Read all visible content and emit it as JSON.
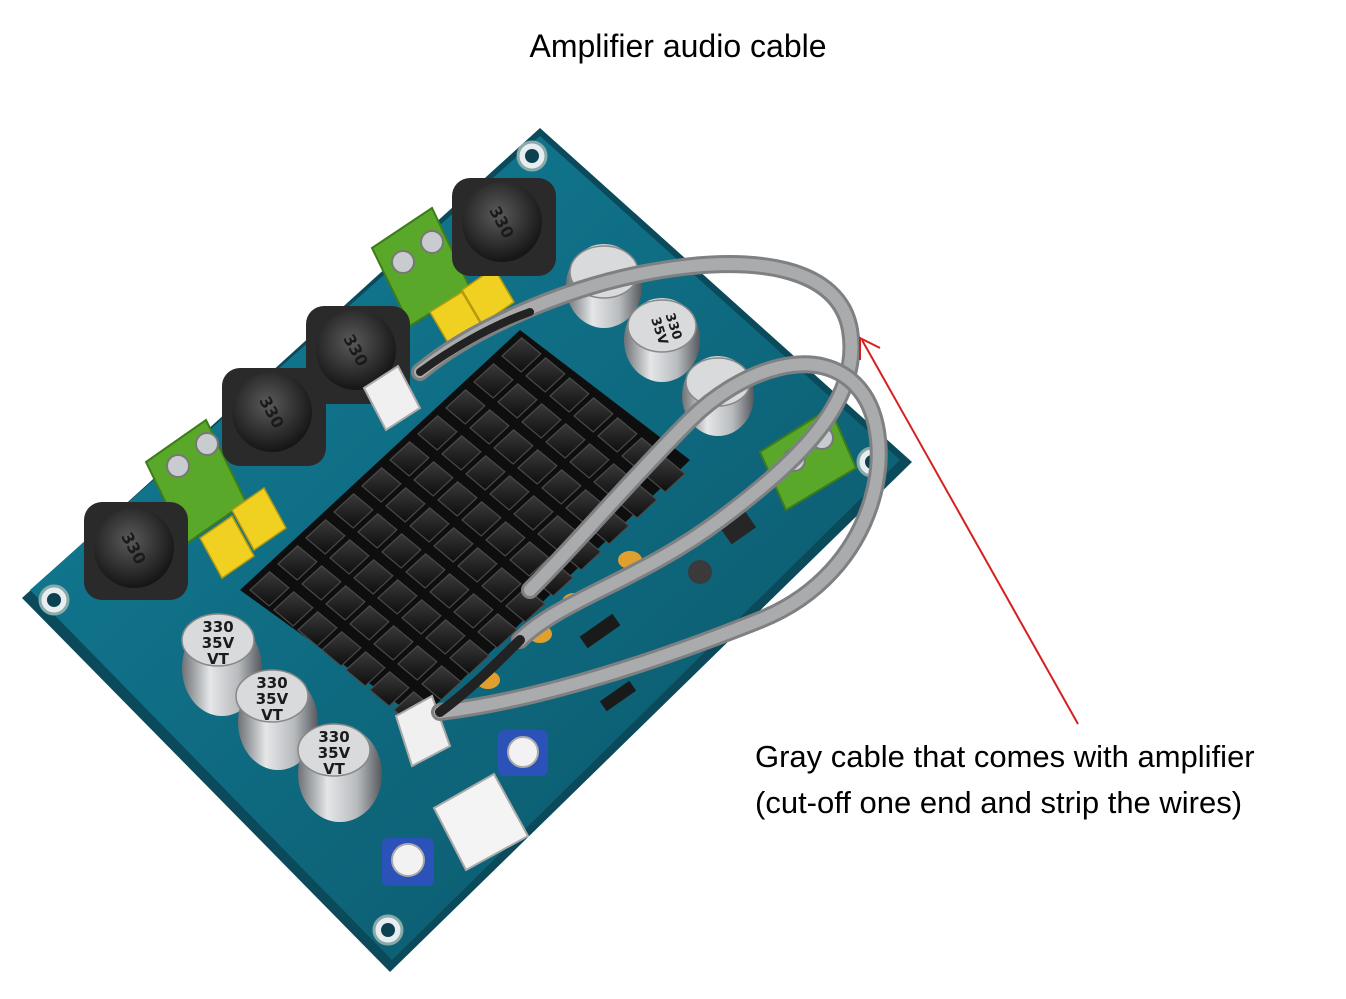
{
  "title": "Amplifier audio cable",
  "annotation": {
    "line1": "Gray cable that comes with amplifier",
    "line2": "(cut-off one end and strip the wires)",
    "arrow_color": "#d62020"
  },
  "colors": {
    "pcb": "#0f6a80",
    "pcb_edge": "#0a4f60",
    "heatsink": "#1b1b1b",
    "terminal": "#62b12e",
    "cable": "#9a9c9e",
    "capacitor_yellow": "#f0d020"
  },
  "labels": {
    "inductor": "330",
    "capacitor_line1": "330",
    "capacitor_line2": "35V",
    "capacitor_line3": "VT"
  }
}
